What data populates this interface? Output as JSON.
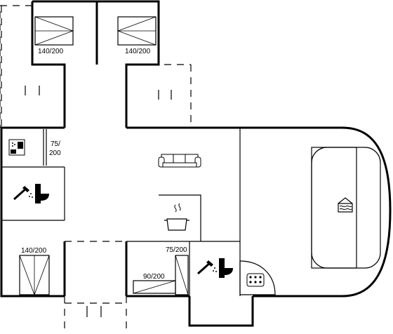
{
  "labels": {
    "bed_top_left": "140/200",
    "bed_top_right": "140/200",
    "bunk_upper": "75/",
    "bunk_lower": "200",
    "bed_lower_left": "140/200",
    "bed_lower_mid_small": "75/200",
    "bed_lower_mid": "90/200"
  },
  "icons": [
    "washing-machine-icon",
    "shower-icon",
    "toilet-icon",
    "sofa-icon",
    "cooking-pot-icon",
    "pool-icon",
    "spa-icon"
  ]
}
